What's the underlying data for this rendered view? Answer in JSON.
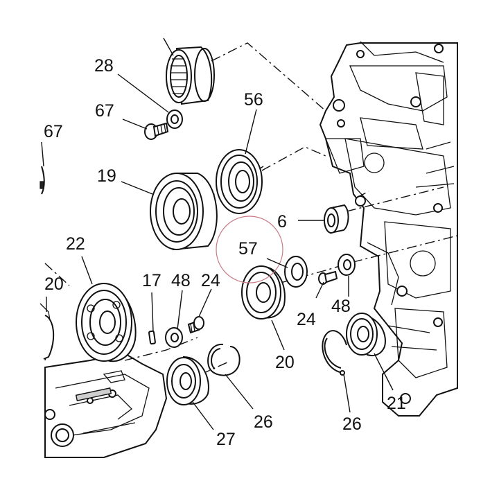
{
  "diagram": {
    "callouts": {
      "c28": "28",
      "c67a": "67",
      "c67b": "67",
      "c56": "56",
      "c19": "19",
      "c6": "6",
      "c22": "22",
      "c57": "57",
      "c20a": "20",
      "c17": "17",
      "c48a": "48",
      "c24a": "24",
      "c24b": "24",
      "c48b": "48",
      "c20b": "20",
      "c26a": "26",
      "c26b": "26",
      "c21": "21",
      "c27": "27"
    },
    "highlight_color": "#c77b86"
  }
}
